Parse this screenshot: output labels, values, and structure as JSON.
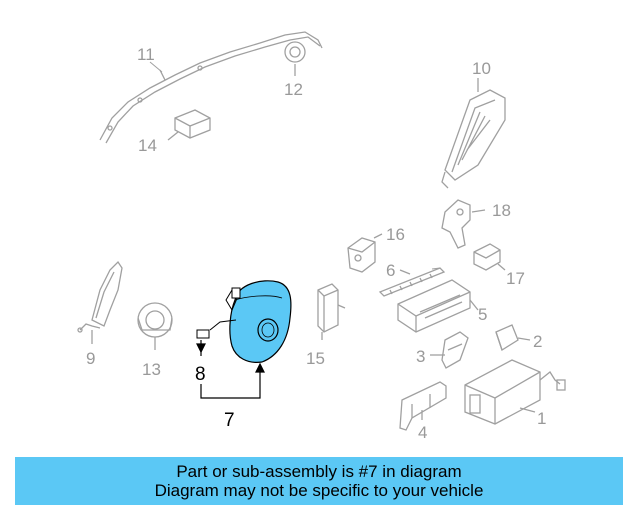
{
  "colors": {
    "highlight": "#5bc8f5",
    "line": "#a0a0a0",
    "banner": "#5bc8f5"
  },
  "callouts": {
    "c1": "1",
    "c2": "2",
    "c3": "3",
    "c4": "4",
    "c5": "5",
    "c6": "6",
    "c7": "7",
    "c8": "8",
    "c9": "9",
    "c10": "10",
    "c11": "11",
    "c12": "12",
    "c13": "13",
    "c14": "14",
    "c15": "15",
    "c16": "16",
    "c17": "17",
    "c18": "18"
  },
  "banner": {
    "line1": "Part or sub-assembly is #7 in diagram",
    "line2": "Diagram may not be specific to your vehicle"
  }
}
